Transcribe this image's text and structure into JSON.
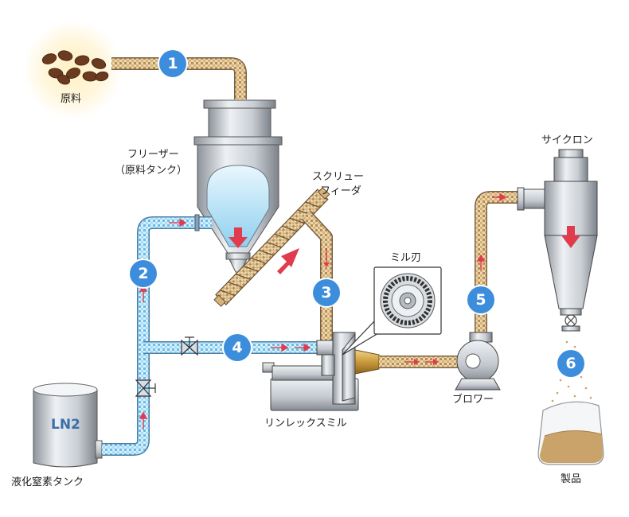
{
  "labels": {
    "raw_material": "原料",
    "freezer_line1": "フリーザー",
    "freezer_line2": "（原料タンク）",
    "screw_feeder_line1": "スクリュー",
    "screw_feeder_line2": "フィーダ",
    "mill_blade": "ミル刃",
    "cyclone": "サイクロン",
    "blower": "ブロワー",
    "linrex_mill": "リンレックスミル",
    "ln2_tank": "液化窒素タンク",
    "ln2_mark": "LN2",
    "product": "製品"
  },
  "steps": [
    "1",
    "2",
    "3",
    "4",
    "5",
    "6"
  ],
  "colors": {
    "badge": "#3c8edc",
    "flow_arrow": "#e03c4e",
    "tan_pipe": "#c9a36a",
    "blue_pipe": "#7cc6ee"
  }
}
